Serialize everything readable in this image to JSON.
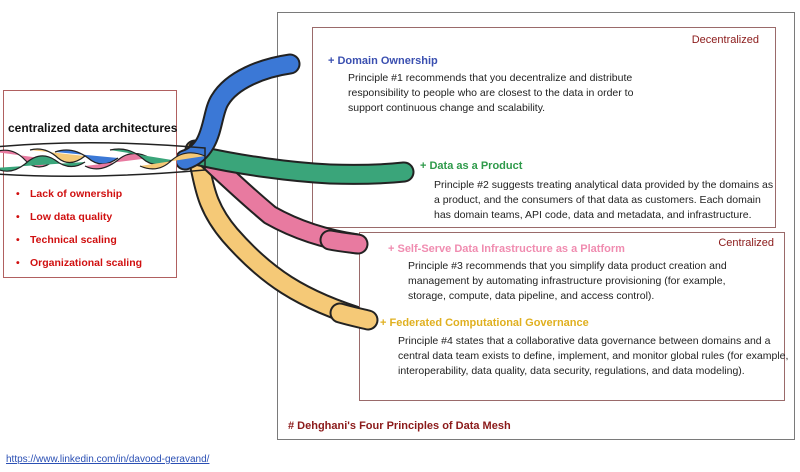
{
  "diagram": {
    "decentralized_label": "Decentralized",
    "centralized_label": "Centralized",
    "centralized_box": {
      "title": "centralized data architectures",
      "issues": [
        "Lack of ownership",
        "Low data quality",
        "Technical scaling",
        "Organizational scaling"
      ]
    },
    "principles": [
      {
        "heading": "+ Domain Ownership",
        "color": "#3a4fb0",
        "lines": [
          "Principle #1 recommends that you decentralize and distribute",
          "responsibility to people who are closest to the data in order to",
          "support continuous change and scalability."
        ]
      },
      {
        "heading": "+ Data as a Product",
        "color": "#2e9a4a",
        "lines": [
          "Principle #2 suggests treating analytical data provided by the domains as",
          "a product, and the consumers of that data as customers. Each domain",
          "has domain teams, API code, data and metadata, and infrastructure."
        ]
      },
      {
        "heading": "+ Self-Serve Data Infrastructure as a Platform",
        "color": "#f08cb0",
        "lines": [
          "Principle #3 recommends that you simplify data product creation and",
          "management by automating infrastructure provisioning (for example,",
          "storage, compute, data pipeline, and access control)."
        ]
      },
      {
        "heading": "+ Federated Computational Governance",
        "color": "#e0b020",
        "lines": [
          "Principle #4 states that a collaborative data governance between domains and a",
          "central data team exists to define, implement, and monitor global rules (for example,",
          "interoperability, data quality, data security, regulations, and data modeling)."
        ]
      }
    ],
    "footer_title": "# Dehghani's Four Principles of Data Mesh",
    "link": "https://www.linkedin.com/in/davood-geravand/",
    "rope_colors": {
      "blue": "#3b78d6",
      "green": "#3aa57a",
      "pink": "#e87aa0",
      "yellow": "#f5c977"
    }
  }
}
